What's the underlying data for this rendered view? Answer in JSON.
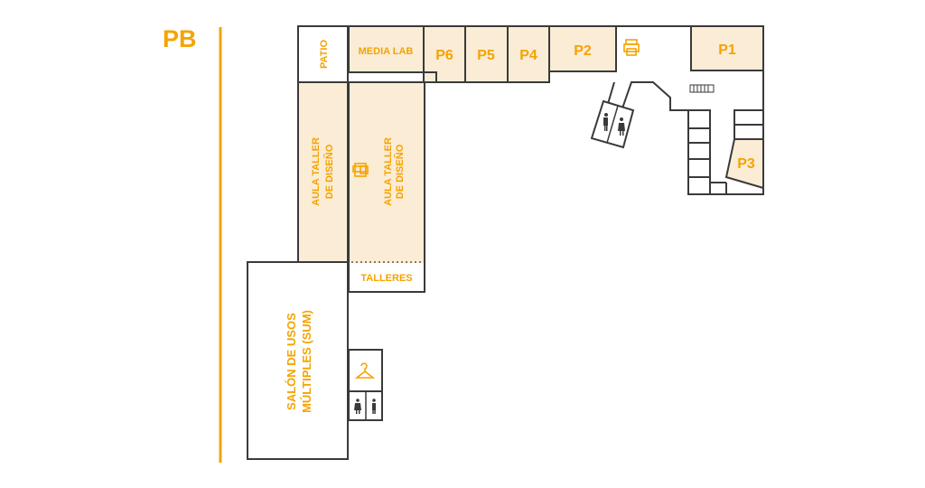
{
  "floor": {
    "label": "PB",
    "accent_color": "#f5a300"
  },
  "rooms": {
    "patio": "PATIO",
    "media_lab": "MEDIA LAB",
    "p6": "P6",
    "p5": "P5",
    "p4": "P4",
    "p2": "P2",
    "p1": "P1",
    "p3": "P3",
    "aula_taller_1": [
      "AULA TALLER",
      "DE DISEÑO"
    ],
    "aula_taller_2": [
      "AULA TALLER",
      "DE DISEÑO"
    ],
    "talleres": "TALLERES",
    "sum": [
      "SALÓN DE USOS",
      "MÚLTIPLES (SUM)"
    ]
  },
  "icons": [
    "printer-icon",
    "restroom-icon",
    "coat-hanger-icon",
    "stairs-icon"
  ],
  "colors": {
    "room_fill": "#fbecd6",
    "wall": "#3a3a3a",
    "text": "#f5a300"
  }
}
